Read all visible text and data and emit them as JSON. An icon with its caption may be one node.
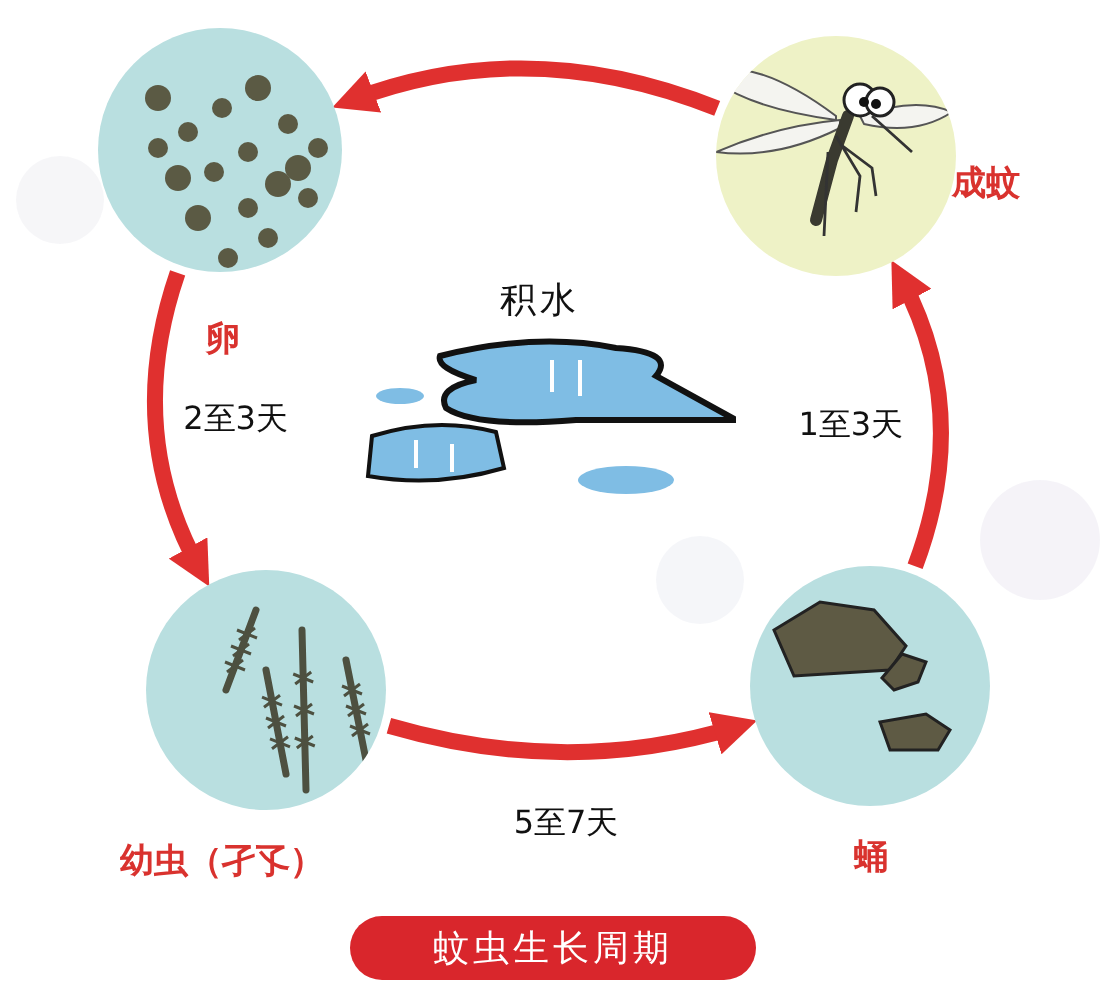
{
  "diagram": {
    "title": "蚊虫生长周期",
    "nodes": [
      {
        "text": [
          "卵"
        ]
      },
      {
        "text": [
          "幼虫（孑孓）"
        ]
      },
      {
        "text": [
          "蛹"
        ]
      },
      {
        "text": [
          "成蚊"
        ]
      }
    ],
    "edges": [
      {
        "from": 3,
        "to": 0,
        "arrow": "to"
      },
      {
        "from": 0,
        "to": 1,
        "arrow": "to",
        "label": "2至3天"
      },
      {
        "from": 1,
        "to": 2,
        "arrow": "to",
        "label": "5至7天"
      },
      {
        "from": 2,
        "to": 3,
        "arrow": "to",
        "label": "1至3天"
      }
    ],
    "labels": [
      "积水"
    ]
  }
}
